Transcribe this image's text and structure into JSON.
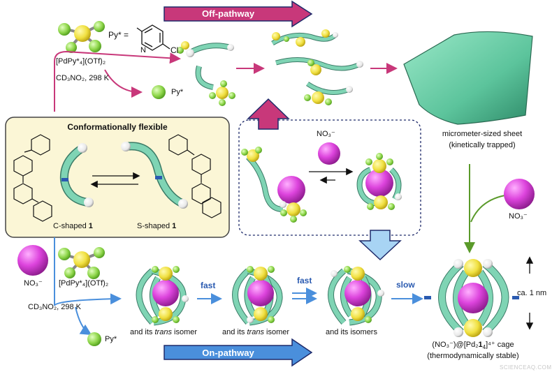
{
  "banners": {
    "off_pathway": "Off-pathway",
    "on_pathway": "On-pathway"
  },
  "reagents": {
    "py_star_def_prefix": "Py* =",
    "cl_label": "Cl",
    "n_label": "N",
    "pd_complex_top": "[PdPy*₄](OTf)₂",
    "solvent_top": "CD₃NO₂, 298 K",
    "py_star_top": "Py*",
    "pd_complex_bottom": "[PdPy*₄](OTf)₂",
    "solvent_bottom": "CD₃NO₂, 298 K",
    "py_star_bottom": "Py*",
    "nitrate_left": "NO₃⁻",
    "nitrate_center": "NO₃⁻",
    "nitrate_right": "NO₃⁻"
  },
  "ligand_box": {
    "title": "Conformationally flexible",
    "c_shaped_prefix": "C-shaped",
    "s_shaped_prefix": "S-shaped",
    "ligand_number": "1"
  },
  "sheet": {
    "line1": "micrometer-sized sheet",
    "line2": "(kinetically trapped)"
  },
  "pathway": {
    "fast1": "fast",
    "fast2": "fast",
    "slow": "slow",
    "iso1_prefix": "and its",
    "iso1_italic": "trans",
    "iso1_suffix": "isomer",
    "iso2_prefix": "and its",
    "iso2_italic": "trans",
    "iso2_suffix": "isomer",
    "iso3": "and its isomers"
  },
  "cage": {
    "formula_prefix": "(NO₃⁻)@[Pd₂",
    "formula_bold": "1",
    "formula_sub": "4",
    "formula_suffix": "]⁴⁺ cage",
    "stability": "(thermodynamically stable)",
    "size": "ca. 1 nm"
  },
  "watermark": "SCIENCEAQ.COM",
  "colors": {
    "off_pathway": "#c8387a",
    "on_pathway": "#4a8fdc",
    "ligand_tube": "#7fd4b4",
    "pd_yellow": "#f0e040",
    "py_green": "#8ed64a",
    "nitrate_magenta": "#cc3ccc",
    "box_fill": "#fbf6d6",
    "sheet_green": "#6ccfa8",
    "trap_green": "#5a9a2a"
  }
}
